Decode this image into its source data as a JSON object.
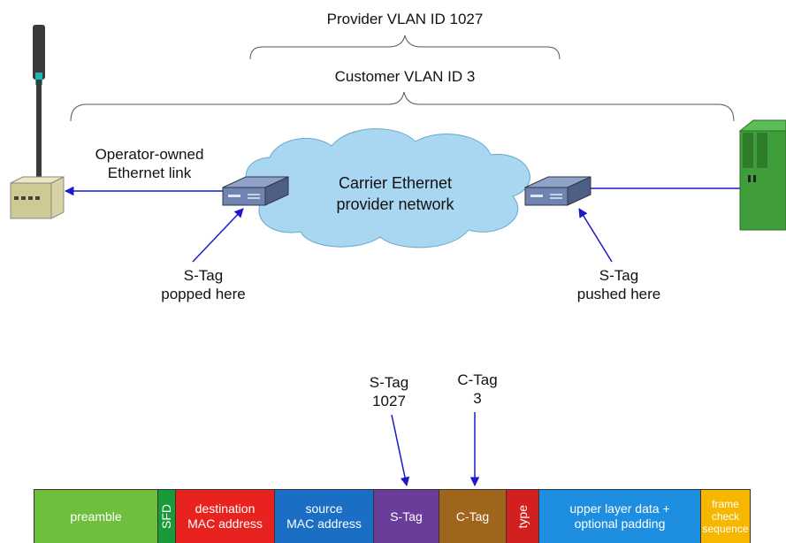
{
  "labels": {
    "provider_vlan": "Provider VLAN ID 1027",
    "customer_vlan": "Customer VLAN ID 3",
    "operator_link_1": "Operator-owned",
    "operator_link_2": "Ethernet link",
    "cloud_1": "Carrier Ethernet",
    "cloud_2": "provider network",
    "stag_popped_1": "S-Tag",
    "stag_popped_2": "popped here",
    "stag_pushed_1": "S-Tag",
    "stag_pushed_2": "pushed here",
    "stag_value_1": "S-Tag",
    "stag_value_2": "1027",
    "ctag_value_1": "C-Tag",
    "ctag_value_2": "3"
  },
  "frame": {
    "preamble": "preamble",
    "sfd": "SFD",
    "dest_1": "destination",
    "dest_2": "MAC address",
    "src_1": "source",
    "src_2": "MAC address",
    "stag": "S-Tag",
    "ctag": "C-Tag",
    "type": "type",
    "payload_1": "upper layer data +",
    "payload_2": "optional padding",
    "fcs_1": "frame",
    "fcs_2": "check",
    "fcs_3": "sequence"
  },
  "colors": {
    "preamble": "#6fbf3c",
    "sfd": "#1a9b3a",
    "dest": "#e8231f",
    "src": "#1a6fc4",
    "stag": "#6b3d9a",
    "ctag": "#a0651c",
    "type": "#d21f1f",
    "payload": "#1e8fe0",
    "fcs": "#f5b700",
    "arrow": "#1a1acc",
    "cloud": "#a9d6f0"
  }
}
